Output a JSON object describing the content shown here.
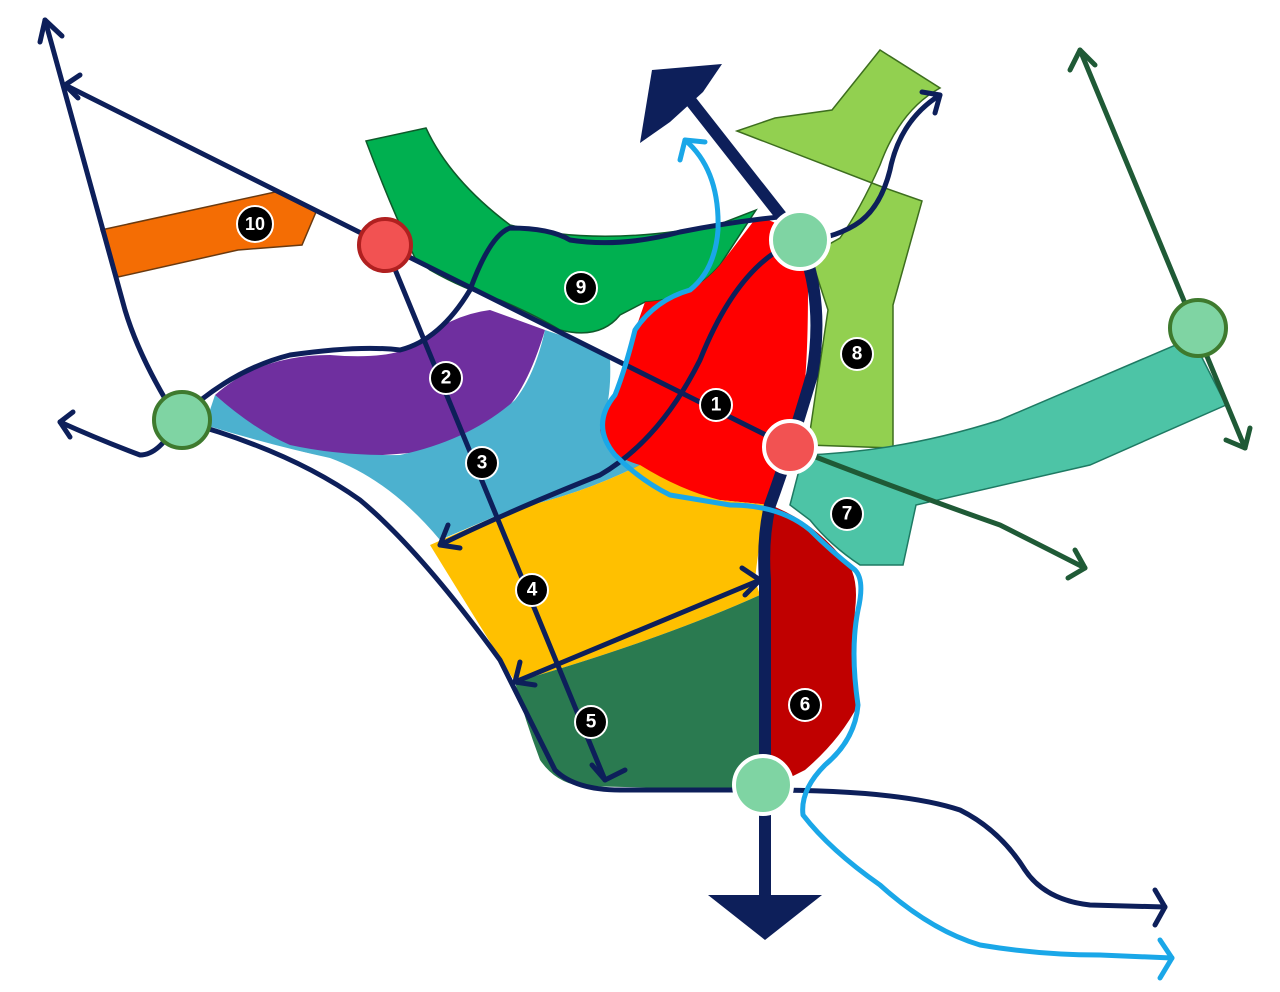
{
  "colors": {
    "road_dark": "#0d1f5a",
    "road_green": "#1f5a36",
    "river": "#1aa7e8",
    "node_red": "#f25252",
    "node_green": "#7fd4a3",
    "zone_1": "#ff0000",
    "zone_2": "#6f2f9f",
    "zone_3": "#4cb1cf",
    "zone_4": "#ffc000",
    "zone_5": "#2a7a50",
    "zone_6": "#c00000",
    "zone_7": "#4dc4a6",
    "zone_8": "#92d050",
    "zone_9": "#00b050",
    "zone_10": "#f46d04"
  },
  "zones": [
    {
      "id": "1",
      "label": "1"
    },
    {
      "id": "2",
      "label": "2"
    },
    {
      "id": "3",
      "label": "3"
    },
    {
      "id": "4",
      "label": "4"
    },
    {
      "id": "5",
      "label": "5"
    },
    {
      "id": "6",
      "label": "6"
    },
    {
      "id": "7",
      "label": "7"
    },
    {
      "id": "8",
      "label": "8"
    },
    {
      "id": "9",
      "label": "9"
    },
    {
      "id": "10",
      "label": "10"
    }
  ]
}
